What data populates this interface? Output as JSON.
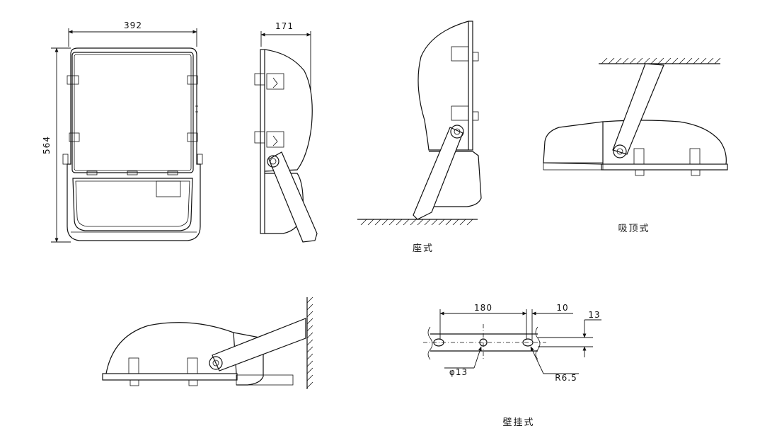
{
  "dimensions": {
    "front_width": "392",
    "front_height": "564",
    "side_depth": "171",
    "hole_spacing": "180",
    "edge_offset": "10",
    "slot_height": "13",
    "hole_diameter": "φ13",
    "slot_radius": "R6.5"
  },
  "captions": {
    "floor_mount": "座式",
    "ceiling_mount": "吸顶式",
    "wall_mount": "壁挂式"
  },
  "colors": {
    "line": "#111111",
    "background": "#ffffff"
  }
}
